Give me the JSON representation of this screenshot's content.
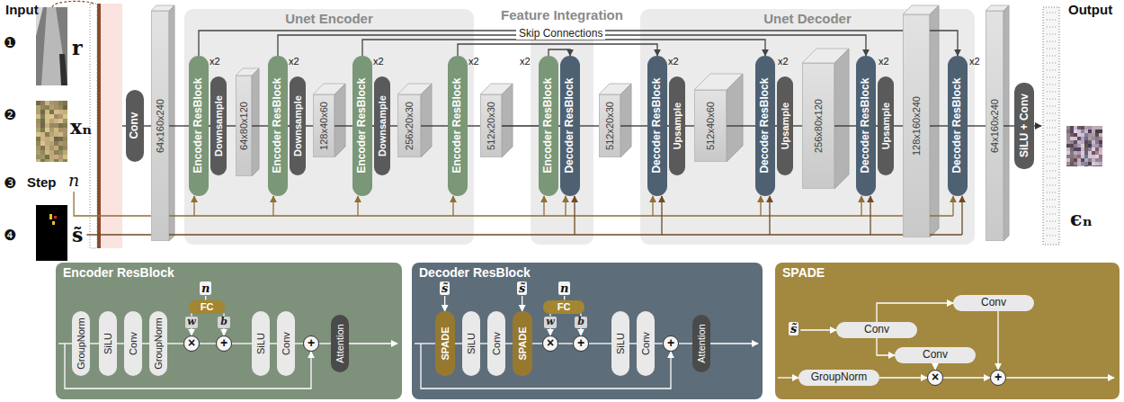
{
  "diagram": {
    "nodes": [
      {
        "text": [
          "Conv"
        ]
      },
      {
        "text": [
          "64x160x240"
        ]
      },
      {
        "text": [
          "Unet Encoder"
        ]
      },
      {
        "text": [
          "Encoder ResBlock"
        ],
        "in": 2
      },
      {
        "text": [
          "Downsample"
        ],
        "in": 2
      },
      {
        "text": [
          "64x80x120"
        ],
        "in": 2
      },
      {
        "text": [
          "Encoder ResBlock"
        ],
        "in": 2
      },
      {
        "text": [
          "Downsample"
        ],
        "in": 2
      },
      {
        "text": [
          "128x40x60"
        ],
        "in": 2
      },
      {
        "text": [
          "Encoder ResBlock"
        ],
        "in": 2
      },
      {
        "text": [
          "Downsample"
        ],
        "in": 2
      },
      {
        "text": [
          "256x20x30"
        ],
        "in": 2
      },
      {
        "text": [
          "Encoder ResBlock"
        ],
        "in": 2
      },
      {
        "text": [
          "512x20x30"
        ]
      },
      {
        "text": [
          "Feature Integration"
        ]
      },
      {
        "text": [
          "Encoder ResBlock"
        ],
        "in": 14
      },
      {
        "text": [
          "Decoder ResBlock"
        ],
        "in": 14
      },
      {
        "text": [
          "512x20x30"
        ]
      },
      {
        "text": [
          "Unet Decoder"
        ]
      },
      {
        "text": [
          "Decoder ResBlock"
        ],
        "in": 18
      },
      {
        "text": [
          "Upsample"
        ],
        "in": 18
      },
      {
        "text": [
          "512x40x60"
        ],
        "in": 18
      },
      {
        "text": [
          "Decoder ResBlock"
        ],
        "in": 18
      },
      {
        "text": [
          "Upsample"
        ],
        "in": 18
      },
      {
        "text": [
          "256x80x120"
        ],
        "in": 18
      },
      {
        "text": [
          "Decoder ResBlock"
        ],
        "in": 18
      },
      {
        "text": [
          "Upsample"
        ],
        "in": 18
      },
      {
        "text": [
          "128x160x240"
        ],
        "in": 18
      },
      {
        "text": [
          "Decoder ResBlock"
        ],
        "in": 18
      },
      {
        "text": [
          "64x160x240"
        ]
      },
      {
        "text": [
          "SiLU + Conv"
        ]
      },
      {
        "text": [
          "Encoder ResBlock"
        ]
      },
      {
        "text": [
          "GroupNorm"
        ],
        "in": 31
      },
      {
        "text": [
          "SiLU"
        ],
        "in": 31
      },
      {
        "text": [
          "Conv"
        ],
        "in": 31
      },
      {
        "text": [
          "GroupNorm"
        ],
        "in": 31
      },
      {
        "text": [
          "FC"
        ],
        "in": 31
      },
      {
        "text": [
          "w"
        ],
        "in": 31
      },
      {
        "text": [
          "b"
        ],
        "in": 31
      },
      {
        "text": [
          "×"
        ],
        "in": 31
      },
      {
        "text": [
          "+"
        ],
        "in": 31
      },
      {
        "text": [
          "SiLU"
        ],
        "in": 31
      },
      {
        "text": [
          "Conv"
        ],
        "in": 31
      },
      {
        "text": [
          "+"
        ],
        "in": 31
      },
      {
        "text": [
          "Attention"
        ],
        "in": 31
      },
      {
        "text": [
          "Decoder ResBlock"
        ]
      },
      {
        "text": [
          "SPADE"
        ],
        "in": 45
      },
      {
        "text": [
          "SiLU"
        ],
        "in": 45
      },
      {
        "text": [
          "Conv"
        ],
        "in": 45
      },
      {
        "text": [
          "SPADE"
        ],
        "in": 45
      },
      {
        "text": [
          "FC"
        ],
        "in": 45
      },
      {
        "text": [
          "w"
        ],
        "in": 45
      },
      {
        "text": [
          "b"
        ],
        "in": 45
      },
      {
        "text": [
          "×"
        ],
        "in": 45
      },
      {
        "text": [
          "+"
        ],
        "in": 45
      },
      {
        "text": [
          "SiLU"
        ],
        "in": 45
      },
      {
        "text": [
          "Conv"
        ],
        "in": 45
      },
      {
        "text": [
          "+"
        ],
        "in": 45
      },
      {
        "text": [
          "Attention"
        ],
        "in": 45
      },
      {
        "text": [
          "SPADE"
        ]
      },
      {
        "text": [
          "Conv"
        ],
        "in": 59
      },
      {
        "text": [
          "Conv"
        ],
        "in": 59
      },
      {
        "text": [
          "Conv"
        ],
        "in": 59
      },
      {
        "text": [
          "GroupNorm"
        ],
        "in": 59
      },
      {
        "text": [
          "×"
        ],
        "in": 59
      },
      {
        "text": [
          "+"
        ],
        "in": 59
      }
    ],
    "edges": [
      {
        "from": 0,
        "to": 1,
        "arrow": "none"
      },
      {
        "from": 1,
        "to": 3,
        "arrow": "none"
      },
      {
        "from": 3,
        "to": 4,
        "arrow": "none"
      },
      {
        "from": 4,
        "to": 5,
        "arrow": "none"
      },
      {
        "from": 5,
        "to": 6,
        "arrow": "none"
      },
      {
        "from": 6,
        "to": 7,
        "arrow": "none"
      },
      {
        "from": 7,
        "to": 8,
        "arrow": "none"
      },
      {
        "from": 8,
        "to": 9,
        "arrow": "none"
      },
      {
        "from": 9,
        "to": 10,
        "arrow": "none"
      },
      {
        "from": 10,
        "to": 11,
        "arrow": "none"
      },
      {
        "from": 11,
        "to": 12,
        "arrow": "none"
      },
      {
        "from": 12,
        "to": 13,
        "arrow": "none"
      },
      {
        "from": 13,
        "to": 15,
        "arrow": "none"
      },
      {
        "from": 15,
        "to": 16,
        "arrow": "none"
      },
      {
        "from": 16,
        "to": 17,
        "arrow": "none"
      },
      {
        "from": 17,
        "to": 19,
        "arrow": "none"
      },
      {
        "from": 19,
        "to": 20,
        "arrow": "none"
      },
      {
        "from": 20,
        "to": 21,
        "arrow": "none"
      },
      {
        "from": 21,
        "to": 22,
        "arrow": "none"
      },
      {
        "from": 22,
        "to": 23,
        "arrow": "none"
      },
      {
        "from": 23,
        "to": 24,
        "arrow": "none"
      },
      {
        "from": 24,
        "to": 25,
        "arrow": "none"
      },
      {
        "from": 25,
        "to": 26,
        "arrow": "none"
      },
      {
        "from": 26,
        "to": 27,
        "arrow": "none"
      },
      {
        "from": 27,
        "to": 28,
        "arrow": "none"
      },
      {
        "from": 28,
        "to": 29,
        "arrow": "none"
      },
      {
        "from": 29,
        "to": 30,
        "arrow": "none"
      },
      {
        "from": 3,
        "to": 28,
        "arrow": "to"
      },
      {
        "from": 6,
        "to": 25,
        "arrow": "to"
      },
      {
        "from": 9,
        "to": 22,
        "arrow": "to"
      },
      {
        "from": 12,
        "to": 19,
        "arrow": "to"
      },
      {
        "from": 15,
        "to": 16,
        "arrow": "to"
      },
      {
        "from": 32,
        "to": 33,
        "arrow": "none"
      },
      {
        "from": 33,
        "to": 34,
        "arrow": "none"
      },
      {
        "from": 34,
        "to": 35,
        "arrow": "none"
      },
      {
        "from": 35,
        "to": 39,
        "arrow": "none"
      },
      {
        "from": 39,
        "to": 40,
        "arrow": "none"
      },
      {
        "from": 40,
        "to": 41,
        "arrow": "none"
      },
      {
        "from": 41,
        "to": 42,
        "arrow": "none"
      },
      {
        "from": 42,
        "to": 43,
        "arrow": "none"
      },
      {
        "from": 43,
        "to": 44,
        "arrow": "none"
      },
      {
        "from": 36,
        "to": 37,
        "arrow": "none"
      },
      {
        "from": 37,
        "to": 39,
        "arrow": "to"
      },
      {
        "from": 36,
        "to": 38,
        "arrow": "none"
      },
      {
        "from": 38,
        "to": 40,
        "arrow": "to"
      },
      {
        "from": 46,
        "to": 47,
        "arrow": "none"
      },
      {
        "from": 47,
        "to": 48,
        "arrow": "none"
      },
      {
        "from": 48,
        "to": 49,
        "arrow": "none"
      },
      {
        "from": 49,
        "to": 53,
        "arrow": "none"
      },
      {
        "from": 53,
        "to": 54,
        "arrow": "none"
      },
      {
        "from": 54,
        "to": 55,
        "arrow": "none"
      },
      {
        "from": 55,
        "to": 56,
        "arrow": "none"
      },
      {
        "from": 56,
        "to": 57,
        "arrow": "none"
      },
      {
        "from": 57,
        "to": 58,
        "arrow": "none"
      },
      {
        "from": 50,
        "to": 51,
        "arrow": "none"
      },
      {
        "from": 51,
        "to": 53,
        "arrow": "to"
      },
      {
        "from": 50,
        "to": 52,
        "arrow": "none"
      },
      {
        "from": 52,
        "to": 54,
        "arrow": "to"
      },
      {
        "from": 60,
        "to": 61,
        "arrow": "to"
      },
      {
        "from": 60,
        "to": 62,
        "arrow": "to"
      },
      {
        "from": 61,
        "to": 65,
        "arrow": "to"
      },
      {
        "from": 62,
        "to": 64,
        "arrow": "to"
      },
      {
        "from": 63,
        "to": 64,
        "arrow": "to"
      },
      {
        "from": 64,
        "to": 65,
        "arrow": "to"
      }
    ],
    "labels": [
      "Input",
      "❶",
      "r",
      "❷",
      "xₙ",
      "❸",
      "Step",
      "n",
      "❹",
      "s̃",
      "x2",
      "x2",
      "x2",
      "x2",
      "x2",
      "Skip Connections",
      "x2",
      "x2",
      "x2",
      "x2",
      "Output",
      "ϵₙ",
      "n",
      "s̃",
      "s̃",
      "n",
      "s̃"
    ]
  }
}
